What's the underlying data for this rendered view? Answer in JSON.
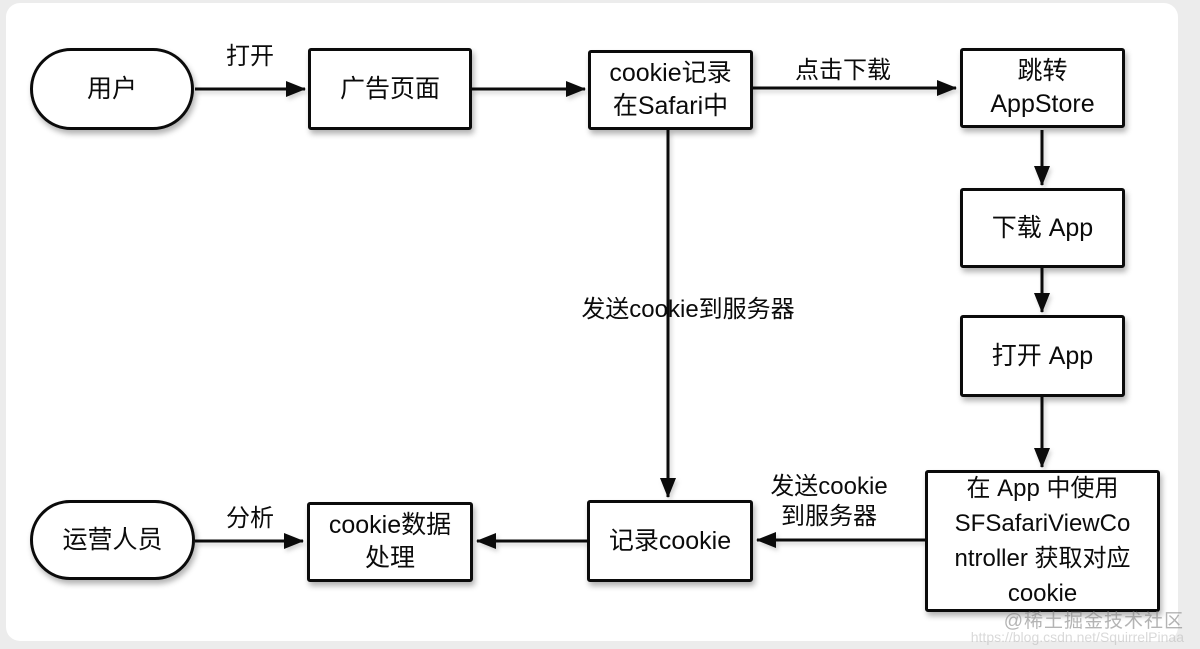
{
  "diagram": {
    "type": "flowchart",
    "colors": {
      "background_frame": "#ececec",
      "canvas": "#ffffff",
      "stroke": "#0b0b0b",
      "watermark_primary": "#9a9a9a",
      "watermark_secondary": "#c6c6c6"
    },
    "nodes": {
      "user": {
        "label": "用户",
        "shape": "stadium"
      },
      "ad_page": {
        "label": "广告页面",
        "shape": "rect"
      },
      "cookie_safari": {
        "label": "cookie记录\n在Safari中",
        "shape": "rect"
      },
      "app_store": {
        "label": "跳转\nAppStore",
        "shape": "rect"
      },
      "download_app": {
        "label": "下载 App",
        "shape": "rect"
      },
      "open_app": {
        "label": "打开 App",
        "shape": "rect"
      },
      "sf_safari": {
        "label": "在 App 中使用\nSFSafariViewCo\nntroller 获取对应\ncookie",
        "shape": "rect"
      },
      "record_cookie": {
        "label": "记录cookie",
        "shape": "rect"
      },
      "cookie_process": {
        "label": "cookie数据\n处理",
        "shape": "rect"
      },
      "operator": {
        "label": "运营人员",
        "shape": "stadium"
      }
    },
    "edges": [
      {
        "from": "user",
        "to": "ad_page",
        "label": "打开"
      },
      {
        "from": "ad_page",
        "to": "cookie_safari",
        "label": ""
      },
      {
        "from": "cookie_safari",
        "to": "app_store",
        "label": "点击下载"
      },
      {
        "from": "app_store",
        "to": "download_app",
        "label": ""
      },
      {
        "from": "download_app",
        "to": "open_app",
        "label": ""
      },
      {
        "from": "open_app",
        "to": "sf_safari",
        "label": ""
      },
      {
        "from": "cookie_safari",
        "to": "record_cookie",
        "label": "发送cookie到服务器"
      },
      {
        "from": "sf_safari",
        "to": "record_cookie",
        "label": "发送cookie\n到服务器"
      },
      {
        "from": "record_cookie",
        "to": "cookie_process",
        "label": ""
      },
      {
        "from": "operator",
        "to": "cookie_process",
        "label": "分析"
      }
    ],
    "watermark": {
      "line1": "@稀土掘金技术社区",
      "line2": "https://blog.csdn.net/SquirrelPinaa"
    }
  }
}
